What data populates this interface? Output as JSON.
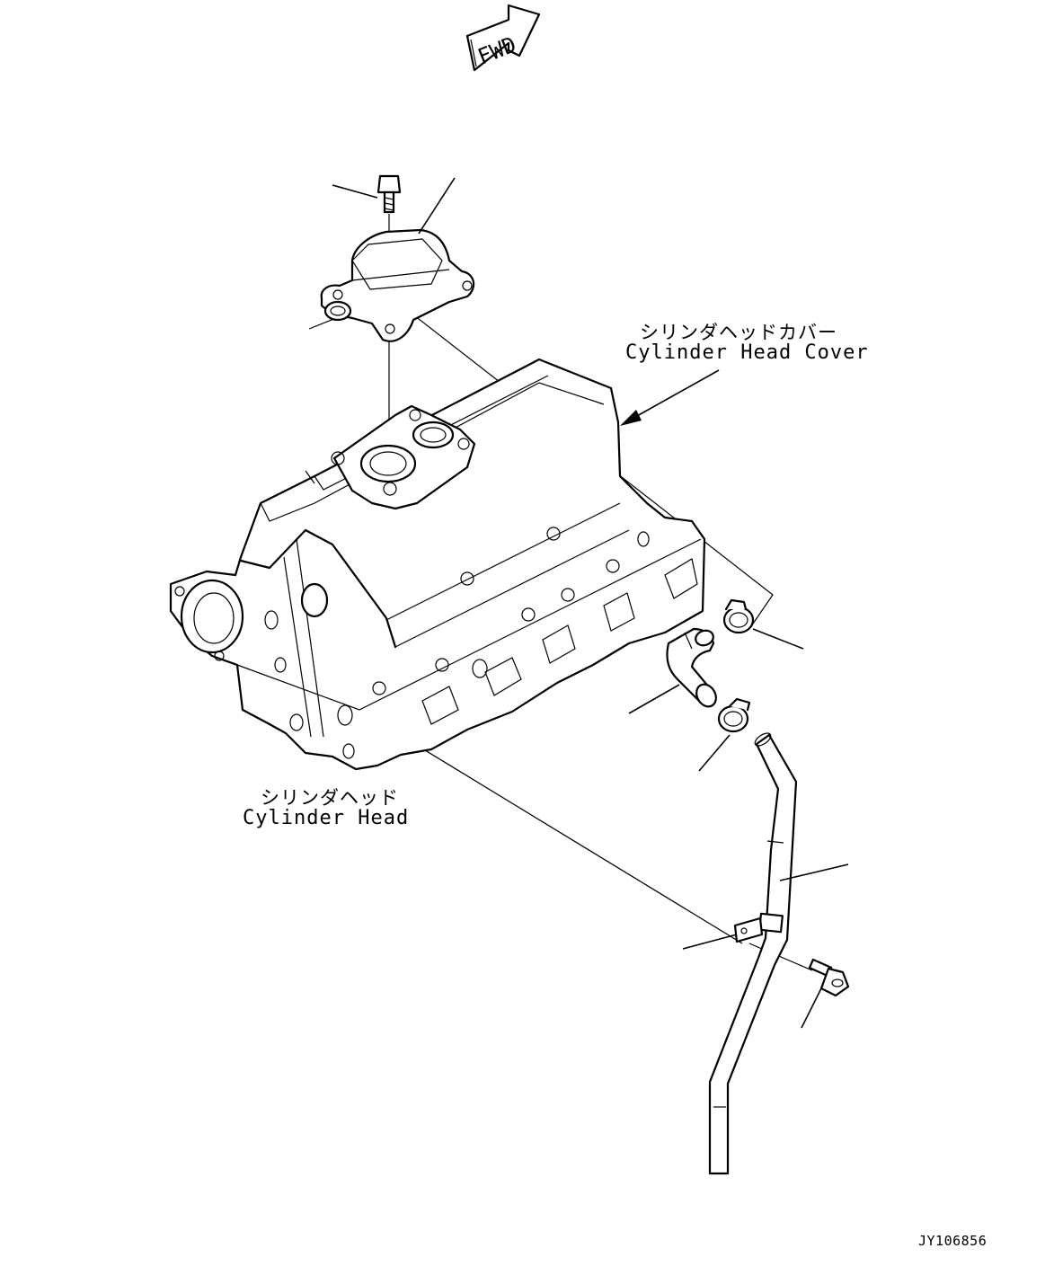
{
  "fwd_label": "FWD",
  "labels": {
    "cylinder_head_cover_jp": "シリンダヘッドカバー",
    "cylinder_head_cover_en": "Cylinder Head Cover",
    "cylinder_head_jp": "シリンダヘッド",
    "cylinder_head_en": "Cylinder Head"
  },
  "drawing_code": "JY106856"
}
